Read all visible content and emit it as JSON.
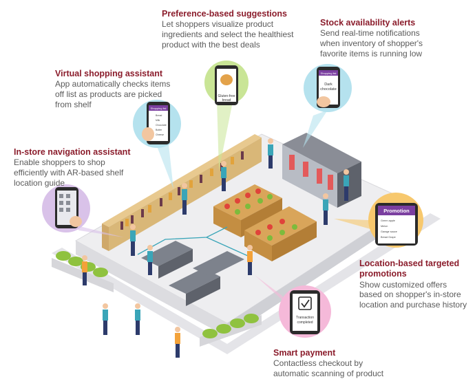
{
  "callouts": {
    "preference": {
      "title": "Preference-based suggestions",
      "desc": [
        "Let shoppers visualize product",
        "ingredients and select the healthiest",
        "product with the best deals"
      ]
    },
    "stock": {
      "title": "Stock availability alerts",
      "desc": [
        "Send real-time notifications",
        "when inventory of shopper's",
        "favorite items is running low"
      ]
    },
    "virtual": {
      "title": "Virtual shopping assistant",
      "desc": [
        "App automatically checks items",
        "off list as products are picked",
        "from shelf"
      ]
    },
    "navigation": {
      "title": "In-store navigation assistant",
      "desc": [
        "Enable shoppers to shop",
        "efficiently with AR-based shelf",
        "location guide"
      ]
    },
    "location": {
      "title": [
        "Location-based targeted",
        "promotions"
      ],
      "desc": [
        "Show customized offers",
        "based on shopper's in-store",
        "location and purchase history"
      ]
    },
    "payment": {
      "title": "Smart payment",
      "desc": [
        "Contactless checkout by",
        "automatic scanning of product"
      ]
    }
  },
  "phones": {
    "preference": {
      "label": [
        "Gluten-free",
        "bread"
      ]
    },
    "stock": {
      "header": "Shopping list",
      "label": [
        "Dark",
        "chocolate"
      ]
    },
    "virtual": {
      "header": "Shopping list",
      "items": [
        "Bread",
        "Milk",
        "Chocolate",
        "Butter",
        "Cheese"
      ]
    },
    "location": {
      "header": "Promotion",
      "items": [
        "Green apple",
        "Melon",
        "Garage sauce",
        "Bread Grape"
      ]
    },
    "payment": {
      "label": [
        "Transaction",
        "completed"
      ]
    }
  },
  "colors": {
    "title": "#8b1d2c",
    "text": "#5a5a5a",
    "circle_green": "#c9e596",
    "circle_blue": "#b5e2ee",
    "circle_purple": "#d9c2e9",
    "circle_orange": "#f7c86d",
    "circle_pink": "#f5b9d9",
    "phone_header": "#7b3fa0",
    "shelf": "#e8c98f",
    "floor": "#f0f0f1"
  }
}
